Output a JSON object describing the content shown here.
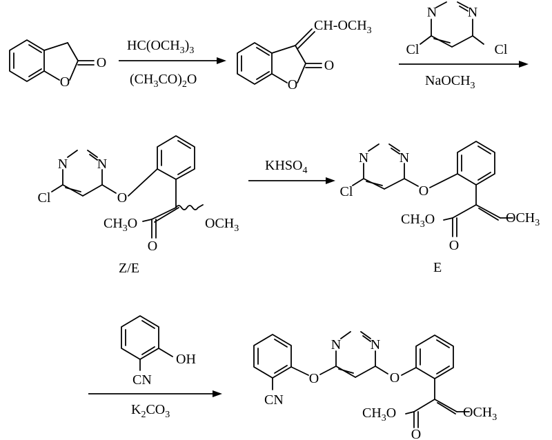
{
  "atoms": {
    "O": "O",
    "N": "N",
    "Cl": "Cl",
    "OH": "OH",
    "CN": "CN",
    "ring_O": "O",
    "carbonyl_O": "O",
    "OCH3": "OCH",
    "CH3O": "CH",
    "three": "3",
    "O_after": "O"
  },
  "labels": {
    "methoxymethylene": "CH-OCH",
    "three": "3"
  },
  "reagents": {
    "step1_top": "HC(OCH",
    "step1_top_sub": "3",
    "step1_top_tail": ")",
    "step1_top_tail_sub": "3",
    "step1_bottom": "(CH",
    "step1_bottom_sub": "3",
    "step1_bottom_mid": "CO)",
    "step1_bottom_sub2": "2",
    "step1_bottom_tail": "O",
    "step2_bottom": "NaOCH",
    "step2_bottom_sub": "3",
    "step3_top": "KHSO",
    "step3_top_sub": "4",
    "step4_bottom": "K",
    "step4_bottom_sub": "2",
    "step4_bottom_tail": "CO",
    "step4_bottom_sub2": "3"
  },
  "isomer_labels": {
    "mixture": "Z/E",
    "trans": "E"
  }
}
